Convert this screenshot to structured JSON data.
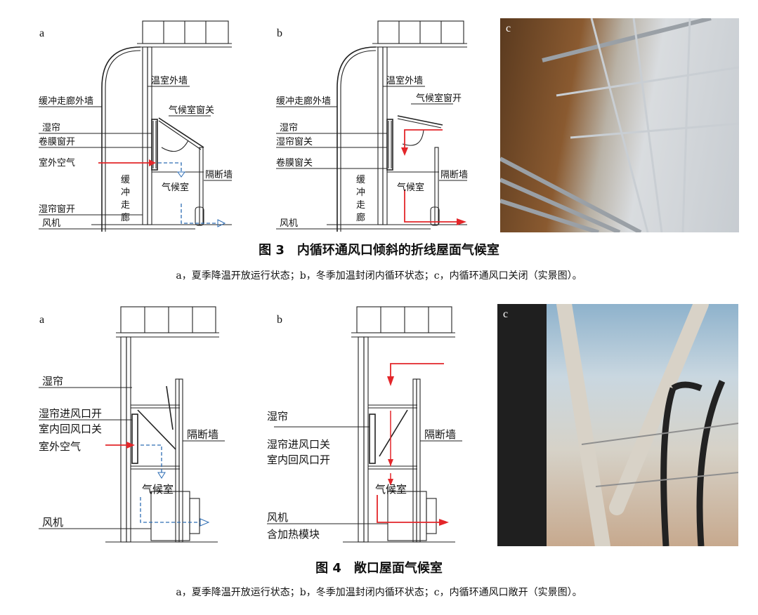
{
  "figure3": {
    "panel_a": {
      "tag": "a",
      "labels": {
        "outer_wall": "温室外墙",
        "corridor_outer_wall": "缓冲走廊外墙",
        "window_closed": "气候室窗关",
        "wet_curtain": "湿帘",
        "film_window_open": "卷膜窗开",
        "outdoor_air": "室外空气",
        "climate_room": "气候室",
        "partition_wall": "隔断墙",
        "curtain_window_open": "湿帘窗开",
        "fan": "风机",
        "corridor": [
          "缓",
          "冲",
          "走",
          "廊"
        ]
      }
    },
    "panel_b": {
      "tag": "b",
      "labels": {
        "outer_wall": "温室外墙",
        "corridor_outer_wall": "缓冲走廊外墙",
        "window_open": "气候室窗开",
        "wet_curtain": "湿帘",
        "curtain_window_closed": "湿帘窗关",
        "film_window_closed": "卷膜窗关",
        "climate_room": "气候室",
        "partition_wall": "隔断墙",
        "fan": "风机",
        "corridor": [
          "缓",
          "冲",
          "走",
          "廊"
        ]
      }
    },
    "panel_c": {
      "tag": "c"
    },
    "title": "图 3　内循环通风口倾斜的折线屋面气候室",
    "description": "a，夏季降温开放运行状态；b，冬季加温封闭内循环状态；c，内循环通风口关闭（实景图）。"
  },
  "figure4": {
    "panel_a": {
      "tag": "a",
      "labels": {
        "wet_curtain": "湿帘",
        "inlet_open": "湿帘进风口开",
        "return_closed": "室内回风口关",
        "outdoor_air": "室外空气",
        "partition_wall": "隔断墙",
        "climate_room": "气候室",
        "fan": "风机"
      }
    },
    "panel_b": {
      "tag": "b",
      "labels": {
        "wet_curtain": "湿帘",
        "inlet_closed": "湿帘进风口关",
        "return_open": "室内回风口开",
        "partition_wall": "隔断墙",
        "climate_room": "气候室",
        "fan": "风机",
        "heating_module": "含加热模块"
      }
    },
    "panel_c": {
      "tag": "c"
    },
    "title": "图 4　敞口屋面气候室",
    "description": "a，夏季降温开放运行状态；b，冬季加温封闭内循环状态；c，内循环通风口敞开（实景图）。"
  },
  "colors": {
    "airflow_red": "#e3262a",
    "airflow_blue": "#2e6db4",
    "line": "#222222"
  }
}
